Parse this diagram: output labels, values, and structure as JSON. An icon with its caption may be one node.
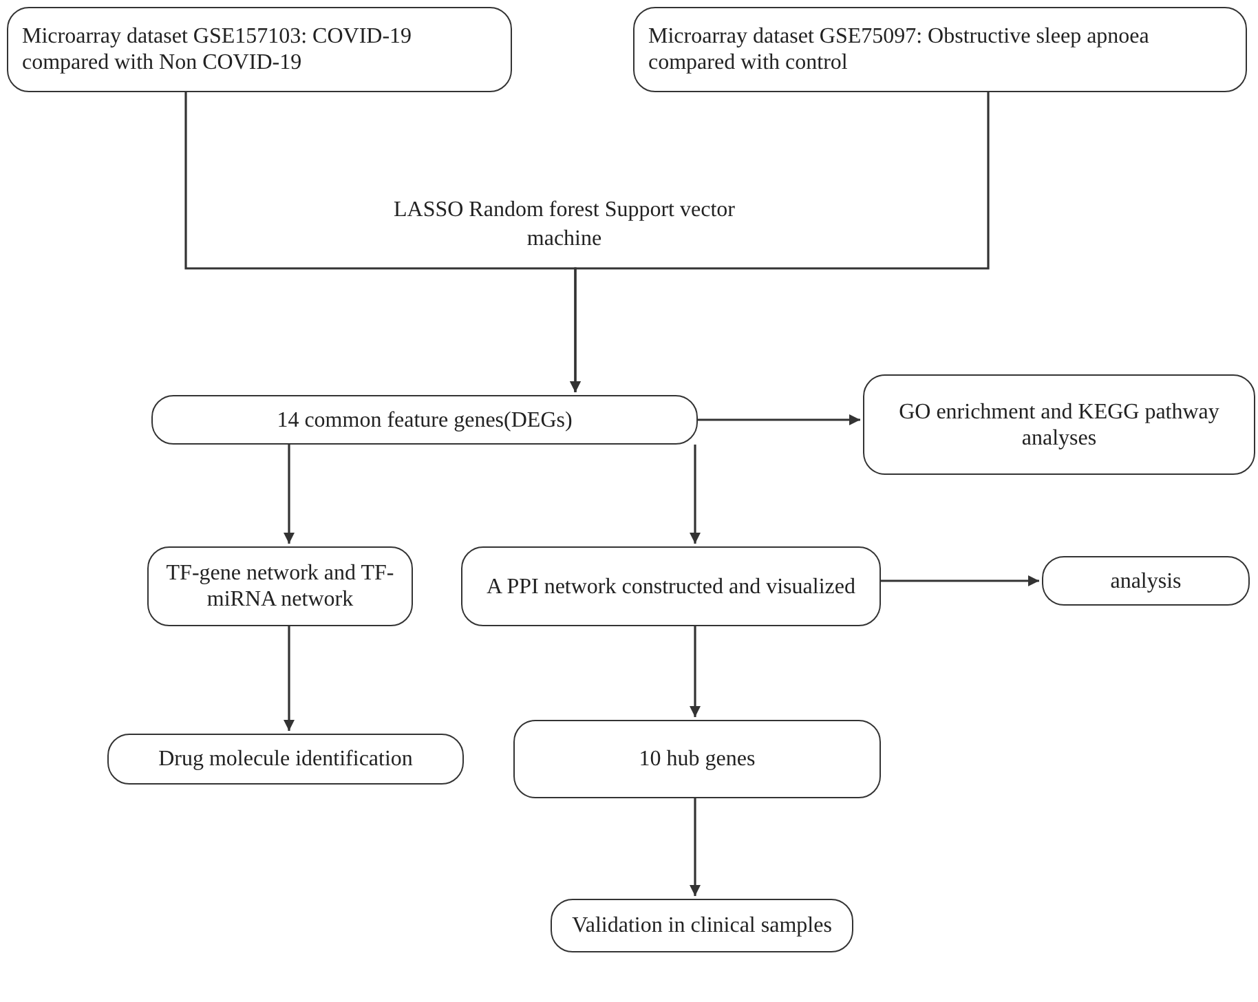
{
  "diagram": {
    "nodes": [
      {
        "text": [
          "Microarray dataset GSE157103: COVID-19 compared with Non COVID-19"
        ]
      },
      {
        "text": [
          "Microarray dataset GSE75097: Obstructive sleep apnoea compared with control"
        ]
      },
      {
        "text": [
          "14 common feature genes(DEGs)"
        ]
      },
      {
        "text": [
          "GO enrichment and KEGG pathway analyses"
        ]
      },
      {
        "text": [
          "TF-gene network and TF-miRNA network"
        ]
      },
      {
        "text": [
          "A PPI network constructed and visualized"
        ]
      },
      {
        "text": [
          "analysis"
        ]
      },
      {
        "text": [
          "Drug molecule identification"
        ]
      },
      {
        "text": [
          "10 hub genes"
        ]
      },
      {
        "text": [
          "Validation in clinical samples"
        ]
      }
    ],
    "edges": [
      {
        "from": 0,
        "to": 2,
        "arrow": "to"
      },
      {
        "from": 1,
        "to": 2,
        "arrow": "to"
      },
      {
        "from": 2,
        "to": 3,
        "arrow": "to"
      },
      {
        "from": 2,
        "to": 4,
        "arrow": "to"
      },
      {
        "from": 2,
        "to": 5,
        "arrow": "to"
      },
      {
        "from": 5,
        "to": 6,
        "arrow": "to"
      },
      {
        "from": 4,
        "to": 7,
        "arrow": "to"
      },
      {
        "from": 5,
        "to": 8,
        "arrow": "to"
      },
      {
        "from": 8,
        "to": 9,
        "arrow": "to"
      }
    ],
    "labels": [
      "LASSO Random forest Support vector machine"
    ]
  }
}
